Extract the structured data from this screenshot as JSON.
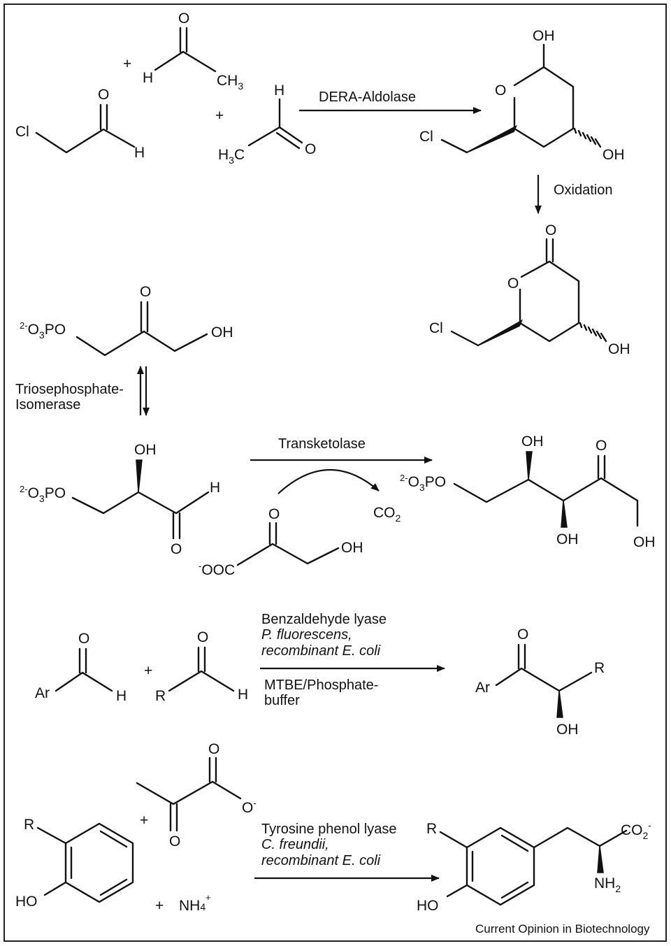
{
  "labels": {
    "cl": "Cl",
    "o": "O",
    "h": "H",
    "oh": "OH",
    "ho": "HO",
    "ch": "CH",
    "three": "3",
    "two": "2",
    "plus": "+",
    "minus": "-",
    "two_minus": "2-",
    "o3po_o": "O",
    "o3po_rest": "PO",
    "ooc": "OOC",
    "co": "CO",
    "nh": "NH",
    "nh_plus": "+",
    "ar": "Ar",
    "r": "R",
    "c": "C"
  },
  "reactions": {
    "r1": {
      "enzyme": "DERA-Aldolase",
      "step2": "Oxidation"
    },
    "r2": {
      "enzyme_line1": "Triosephosphate-",
      "enzyme_line2": "Isomerase"
    },
    "r3": {
      "enzyme": "Transketolase"
    },
    "r4": {
      "line1": "Benzaldehyde lyase",
      "line2": "P. fluorescens,",
      "line3": "recombinant E. coli",
      "line4": "MTBE/Phosphate-",
      "line5": "buffer"
    },
    "r5": {
      "line1": "Tyrosine phenol lyase",
      "line2": "C. freundii,",
      "line3": "recombinant E. coli"
    }
  },
  "credit": "Current Opinion in Biotechnology"
}
